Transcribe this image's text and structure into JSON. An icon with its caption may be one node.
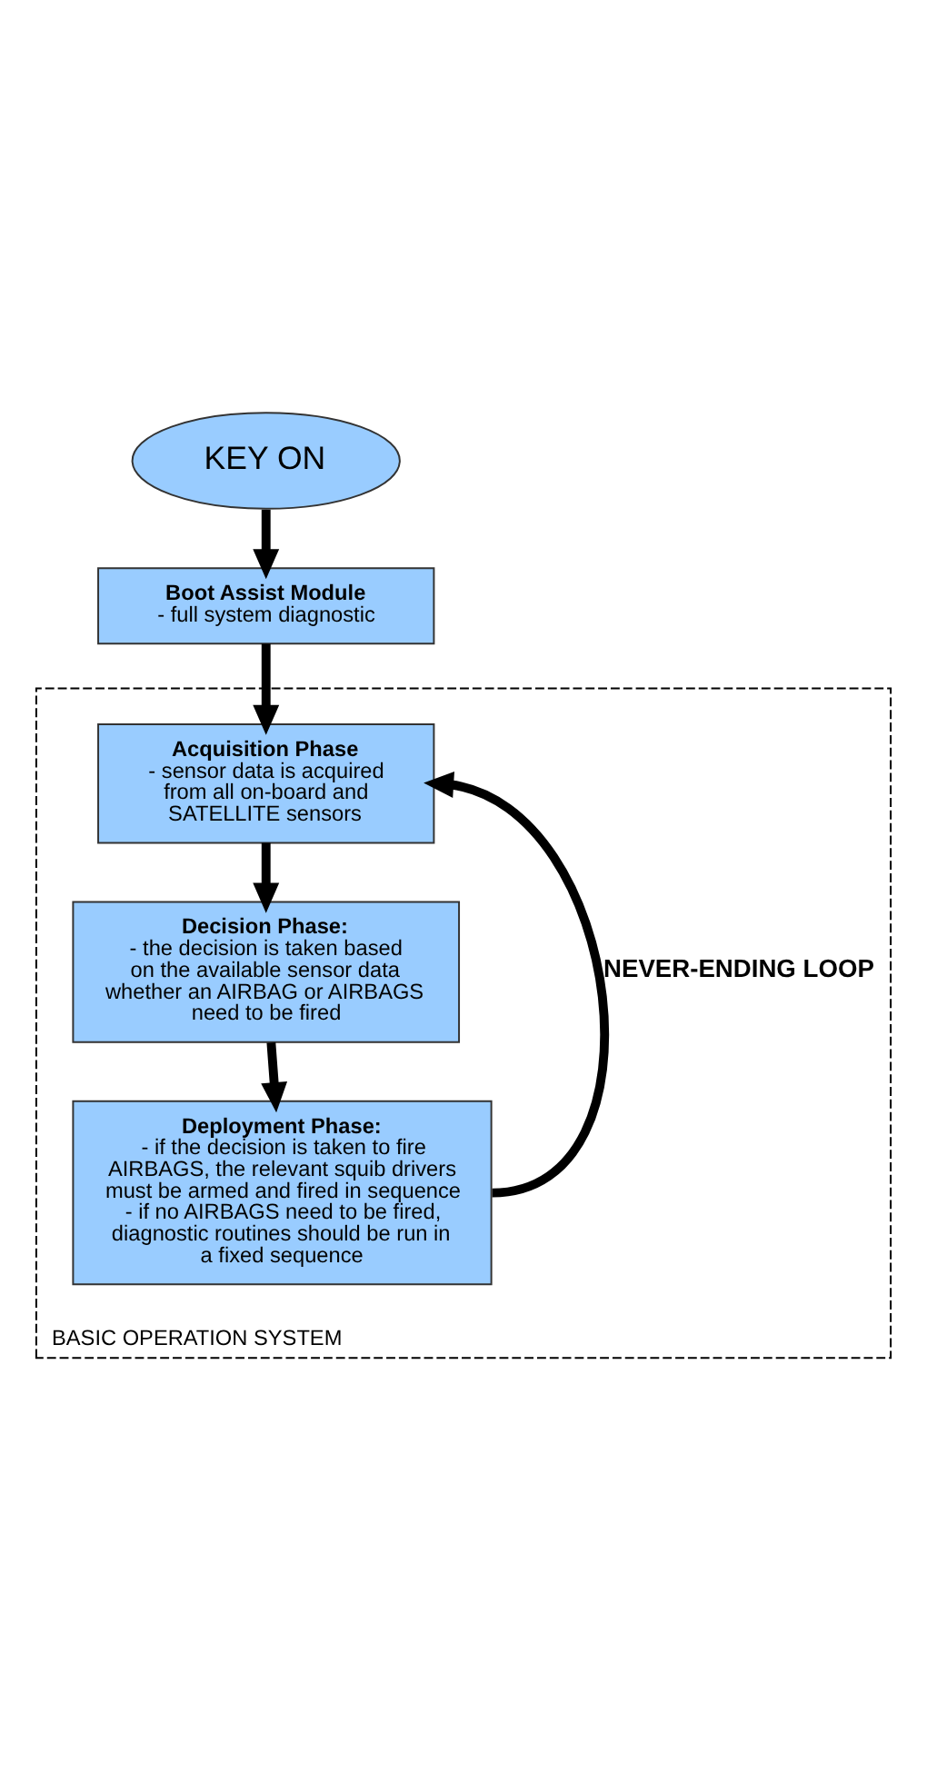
{
  "diagram": {
    "nodes": [
      {
        "text": [
          "KEY ON"
        ]
      },
      {
        "text": [
          "Boot Assist Module",
          "- full system diagnostic"
        ]
      },
      {
        "text": [
          "BASIC OPERATION SYSTEM"
        ]
      },
      {
        "text": [
          "Acquisition Phase",
          "- sensor data is acquired from all on-board and SATELLITE sensors"
        ],
        "in": 2
      },
      {
        "text": [
          "Decision Phase:",
          "- the decision is taken based on the available sensor data whether an AIRBAG or AIRBAGS need to be fired"
        ],
        "in": 2
      },
      {
        "text": [
          "Deployment Phase:",
          "- if the decision is taken to fire AIRBAGS, the relevant squib drivers must be armed and fired in sequence - if no AIRBAGS need to be fired, diagnostic routines should be run in a fixed sequence"
        ],
        "in": 2
      }
    ],
    "edges": [
      {
        "from": 0,
        "to": 1,
        "arrow": "to"
      },
      {
        "from": 1,
        "to": 3,
        "arrow": "to"
      },
      {
        "from": 3,
        "to": 4,
        "arrow": "to"
      },
      {
        "from": 4,
        "to": 5,
        "arrow": "to"
      },
      {
        "from": 5,
        "to": 3,
        "arrow": "to",
        "label": "NEVER-ENDING LOOP"
      }
    ]
  }
}
